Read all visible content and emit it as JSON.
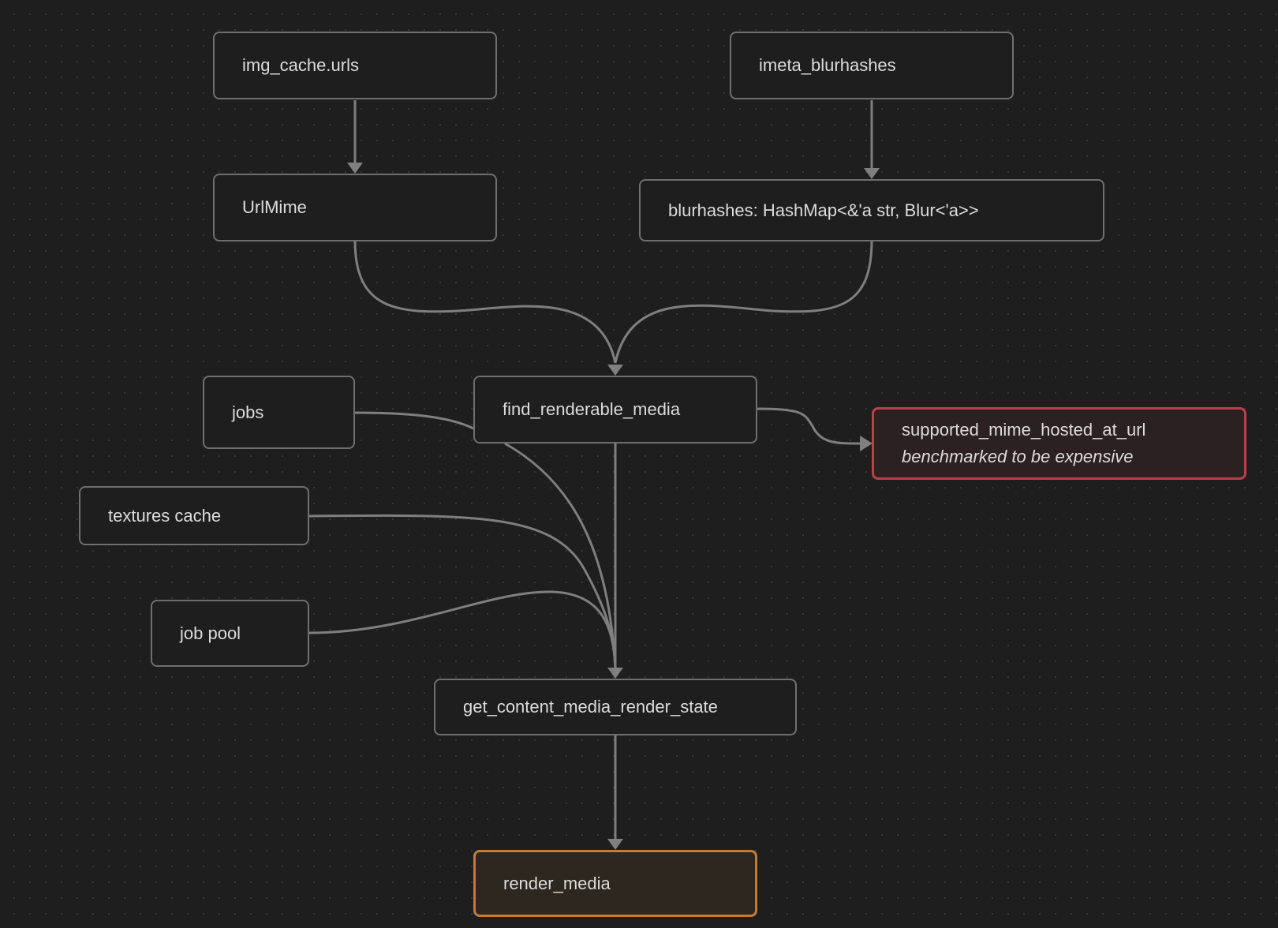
{
  "diagram": {
    "nodes": {
      "img_cache_urls": "img_cache.urls",
      "imeta_blurhashes": "imeta_blurhashes",
      "url_mime": "UrlMime",
      "blurhashes_map": "blurhashes: HashMap<&'a str, Blur<'a>>",
      "jobs": "jobs",
      "find_renderable_media": "find_renderable_media",
      "supported_mime": {
        "title": "supported_mime_hosted_at_url",
        "note": "benchmarked to be expensive"
      },
      "textures_cache": "textures cache",
      "job_pool": "job pool",
      "get_content_media_render_state": "get_content_media_render_state",
      "render_media": "render_media"
    },
    "edges": [
      {
        "from": "img_cache.urls",
        "to": "UrlMime"
      },
      {
        "from": "imeta_blurhashes",
        "to": "blurhashes: HashMap<&'a str, Blur<'a>>"
      },
      {
        "from": "UrlMime",
        "to": "find_renderable_media"
      },
      {
        "from": "blurhashes: HashMap<&'a str, Blur<'a>>",
        "to": "find_renderable_media"
      },
      {
        "from": "find_renderable_media",
        "to": "supported_mime_hosted_at_url"
      },
      {
        "from": "find_renderable_media",
        "to": "get_content_media_render_state"
      },
      {
        "from": "jobs",
        "to": "get_content_media_render_state"
      },
      {
        "from": "textures cache",
        "to": "get_content_media_render_state"
      },
      {
        "from": "job pool",
        "to": "get_content_media_render_state"
      },
      {
        "from": "get_content_media_render_state",
        "to": "render_media"
      }
    ],
    "colors": {
      "background": "#1e1e1e",
      "node_border": "#6f6f6f",
      "edge": "#7f7f7f",
      "warning_border": "#b9404a",
      "output_border": "#c07d38",
      "text": "#dcdcdc"
    }
  }
}
